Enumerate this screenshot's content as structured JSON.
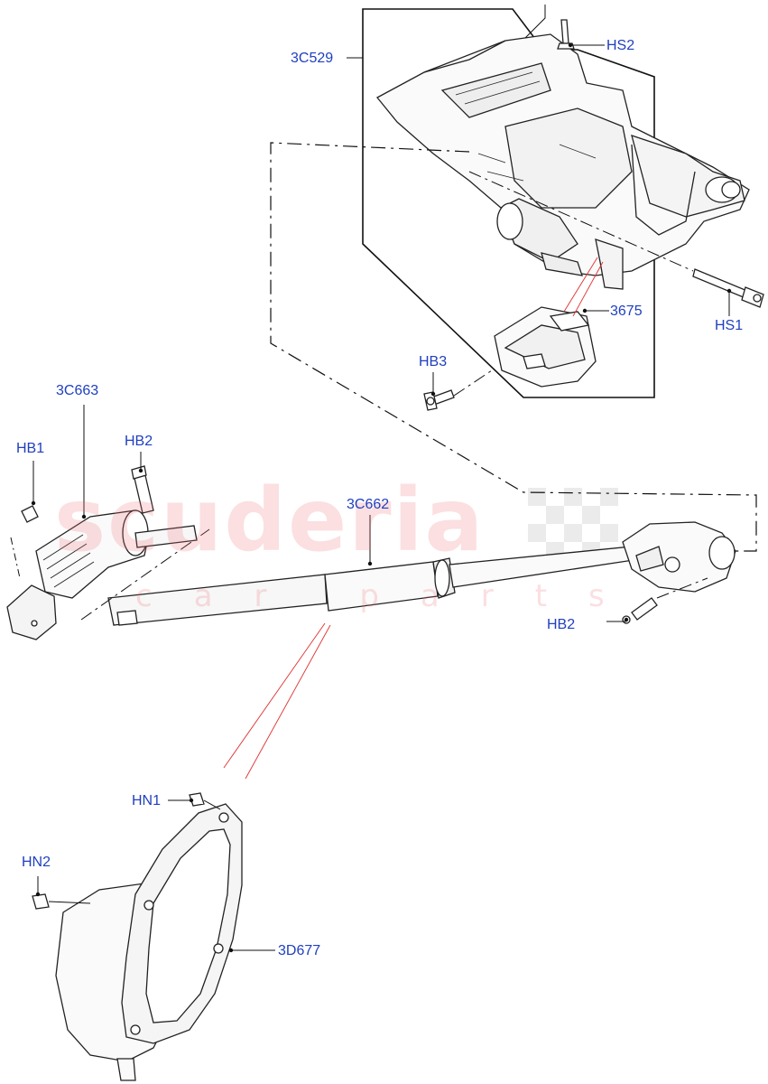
{
  "watermark": {
    "main": "scuderia",
    "sub": "car parts"
  },
  "callouts": {
    "c3C529": "3C529",
    "cHS2": "HS2",
    "cHS1": "HS1",
    "c3675": "3675",
    "cHB3": "HB3",
    "c3C663": "3C663",
    "cHB1": "HB1",
    "cHB2a": "HB2",
    "c3C662": "3C662",
    "cHB2b": "HB2",
    "cHN1": "HN1",
    "cHN2": "HN2",
    "c3D677": "3D677"
  },
  "colors": {
    "callout": "#1f3fbf",
    "lines": "#111111",
    "leader_red": "#e03030",
    "watermark": "#ec6e78"
  }
}
